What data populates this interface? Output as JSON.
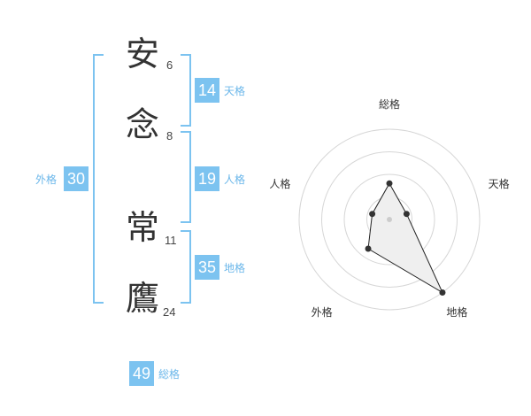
{
  "name": {
    "chars": [
      {
        "char": "安",
        "strokes": "6"
      },
      {
        "char": "念",
        "strokes": "8"
      },
      {
        "char": "常",
        "strokes": "11"
      },
      {
        "char": "鷹",
        "strokes": "24"
      }
    ]
  },
  "kakusu": {
    "tenkaku": {
      "value": "14",
      "label": "天格"
    },
    "jinkaku": {
      "value": "19",
      "label": "人格"
    },
    "chikaku": {
      "value": "35",
      "label": "地格"
    },
    "gaikaku": {
      "value": "30",
      "label": "外格"
    },
    "soukaku": {
      "value": "49",
      "label": "総格"
    }
  },
  "colors": {
    "accent": "#7cc3f0",
    "label": "#6bb7ea",
    "text": "#333333"
  },
  "chart_data": {
    "type": "radar",
    "axes": [
      "総格",
      "天格",
      "地格",
      "外格",
      "人格"
    ],
    "values": [
      2,
      1,
      5,
      2,
      1
    ],
    "rings": 4,
    "max": 5
  }
}
